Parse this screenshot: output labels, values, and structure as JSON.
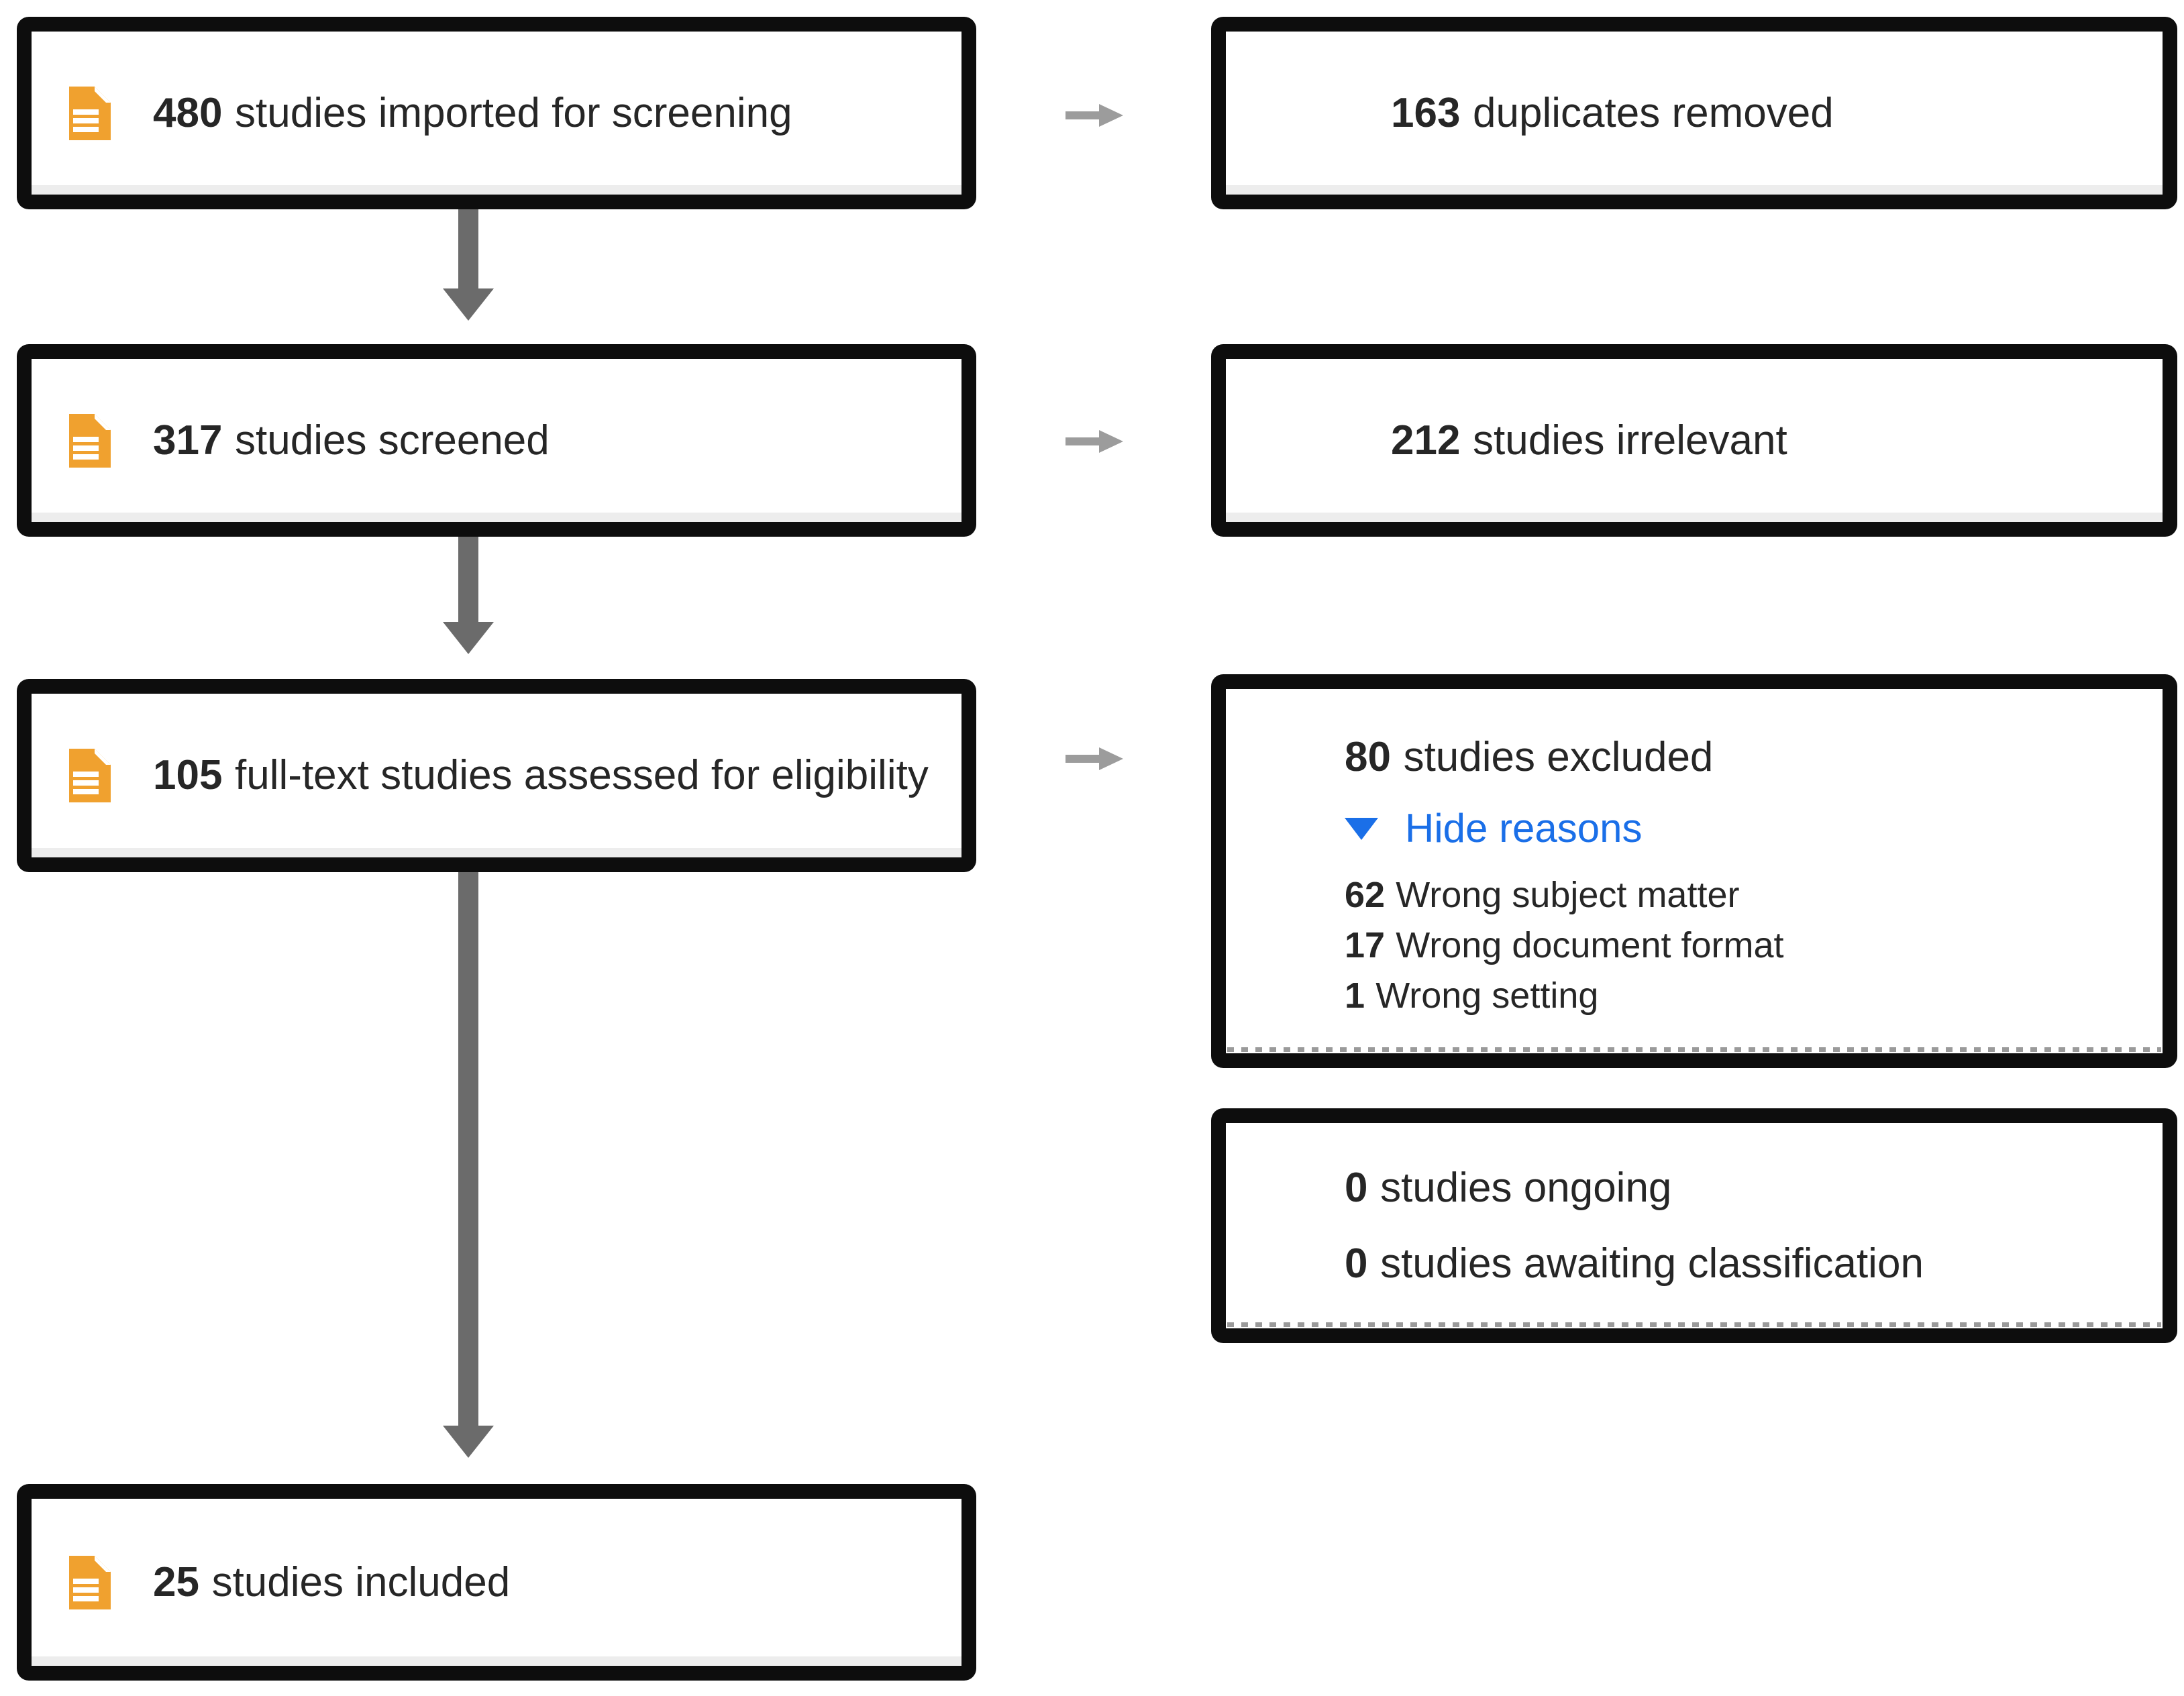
{
  "diagram": {
    "left_column": [
      {
        "count": "480",
        "label": "studies imported for screening"
      },
      {
        "count": "317",
        "label": "studies screened"
      },
      {
        "count": "105",
        "label": "full-text studies assessed for eligibility"
      },
      {
        "count": "25",
        "label": "studies included"
      }
    ],
    "right_column": {
      "duplicates": {
        "count": "163",
        "label": "duplicates removed"
      },
      "irrelevant": {
        "count": "212",
        "label": "studies irrelevant"
      },
      "excluded": {
        "count": "80",
        "label": "studies excluded",
        "toggle_label": "Hide reasons",
        "reasons": [
          {
            "count": "62",
            "label": "Wrong subject matter"
          },
          {
            "count": "17",
            "label": "Wrong document format"
          },
          {
            "count": "1",
            "label": "Wrong setting"
          }
        ]
      },
      "status": {
        "lines": [
          {
            "count": "0",
            "label": "studies ongoing"
          },
          {
            "count": "0",
            "label": "studies awaiting classification"
          }
        ]
      }
    },
    "colors": {
      "accent_orange": "#F0A12F",
      "link_blue": "#1A6FE8",
      "arrow_dark_gray": "#6B6B6B",
      "arrow_light_gray": "#9C9C9C",
      "border_black": "#0D0D0D",
      "text": "#262626",
      "bottom_strip_gray": "#EDEDED"
    }
  }
}
